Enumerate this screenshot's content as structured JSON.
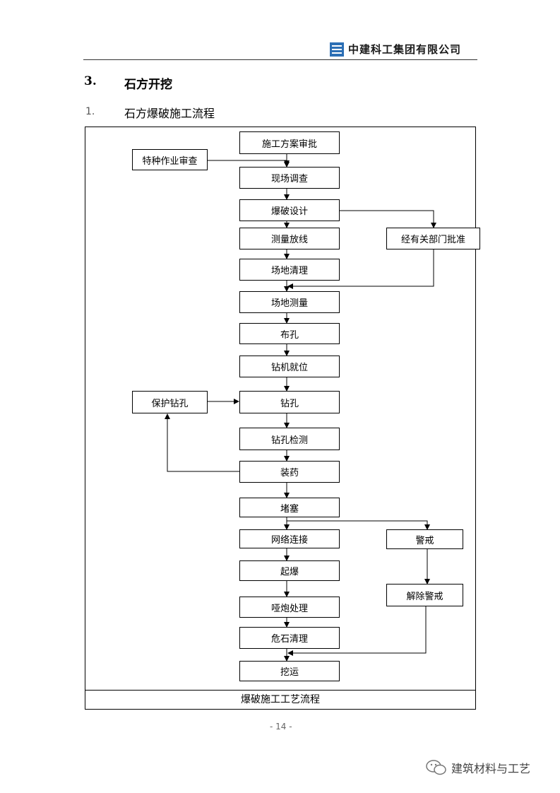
{
  "header": {
    "company": "中建科工集团有限公司"
  },
  "section": {
    "number": "3.",
    "title": "石方开挖"
  },
  "subsection": {
    "number": "1.",
    "title": "石方爆破施工流程"
  },
  "flowchart": {
    "nodes": {
      "approval": "施工方案审批",
      "special_check": "特种作业审查",
      "site_survey": "现场调查",
      "blast_design": "爆破设计",
      "dept_approval": "经有关部门批准",
      "survey_setout": "测量放线",
      "site_clearing": "场地清理",
      "site_measure": "场地测量",
      "hole_layout": "布孔",
      "drill_position": "钻机就位",
      "protect_hole": "保护钻孔",
      "drilling": "钻孔",
      "hole_check": "钻孔检测",
      "charging": "装药",
      "stemming": "堵塞",
      "network": "网络连接",
      "warning": "警戒",
      "detonation": "起爆",
      "lift_warning": "解除警戒",
      "misfire": "哑炮处理",
      "rock_clear": "危石清理",
      "haul": "挖运"
    },
    "caption": "爆破施工工艺流程"
  },
  "page_number": "- 14 -",
  "watermark": "建筑材料与工艺"
}
